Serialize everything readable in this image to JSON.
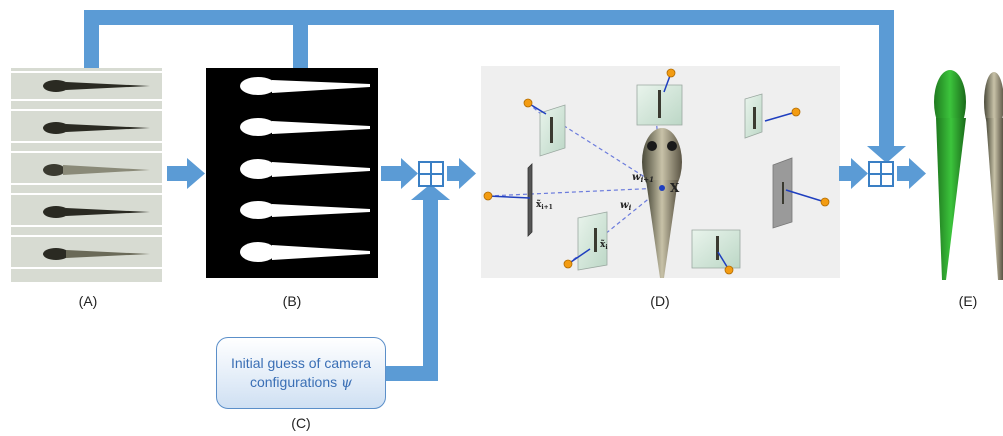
{
  "panels": {
    "a_label": "(A)",
    "b_label": "(B)",
    "c_label": "(C)",
    "d_label": "(D)",
    "e_label": "(E)"
  },
  "camera_box": {
    "line1": "Initial guess of camera",
    "line2": "configurations",
    "symbol": "ψ"
  },
  "math": {
    "w_i1": "w",
    "w_i1_sub": "i+1",
    "w_i": "w",
    "w_i_sub": "i",
    "x_i1": "x̃",
    "x_i1_sub": "i+1",
    "x_i": "x̃",
    "x_i_sub": "i",
    "point": "X"
  },
  "colors": {
    "arrow": "#5b9bd5",
    "box_border": "#5b8fc9",
    "camera_dot": "#f39c12",
    "ray_dashed": "#6b7bdc",
    "mesh_green": "#2ea02e"
  }
}
